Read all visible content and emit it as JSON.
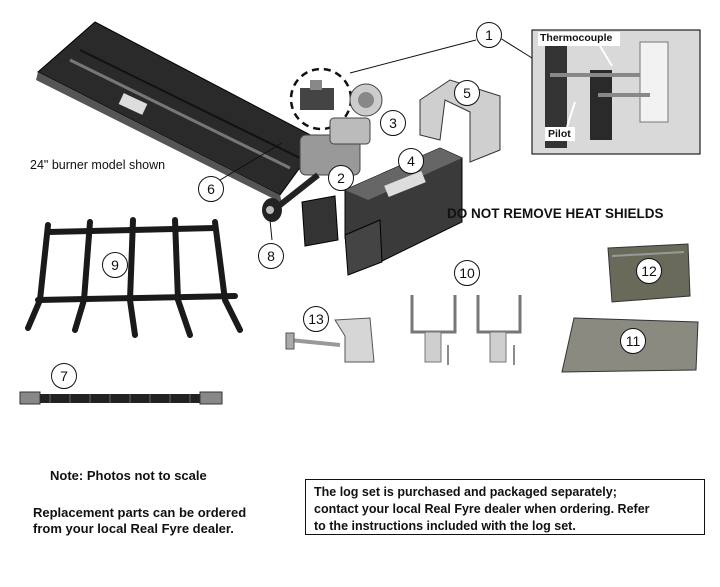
{
  "labels": {
    "burner_model": "24\" burner model shown",
    "warning": "DO NOT REMOVE HEAT SHIELDS",
    "inset_thermocouple": "Thermocouple",
    "inset_pilot": "Pilot",
    "note": "Note: Photos not to scale",
    "replacement_line1": "Replacement parts can be ordered",
    "replacement_line2": "from your local Real Fyre dealer.",
    "logset_line1": "The log set is purchased and packaged separately;",
    "logset_line2": "contact your local Real Fyre dealer when ordering. Refer",
    "logset_line3": "to the instructions included with the log set."
  },
  "callouts": [
    "1",
    "2",
    "3",
    "4",
    "5",
    "6",
    "7",
    "8",
    "9",
    "10",
    "11",
    "12",
    "13"
  ]
}
